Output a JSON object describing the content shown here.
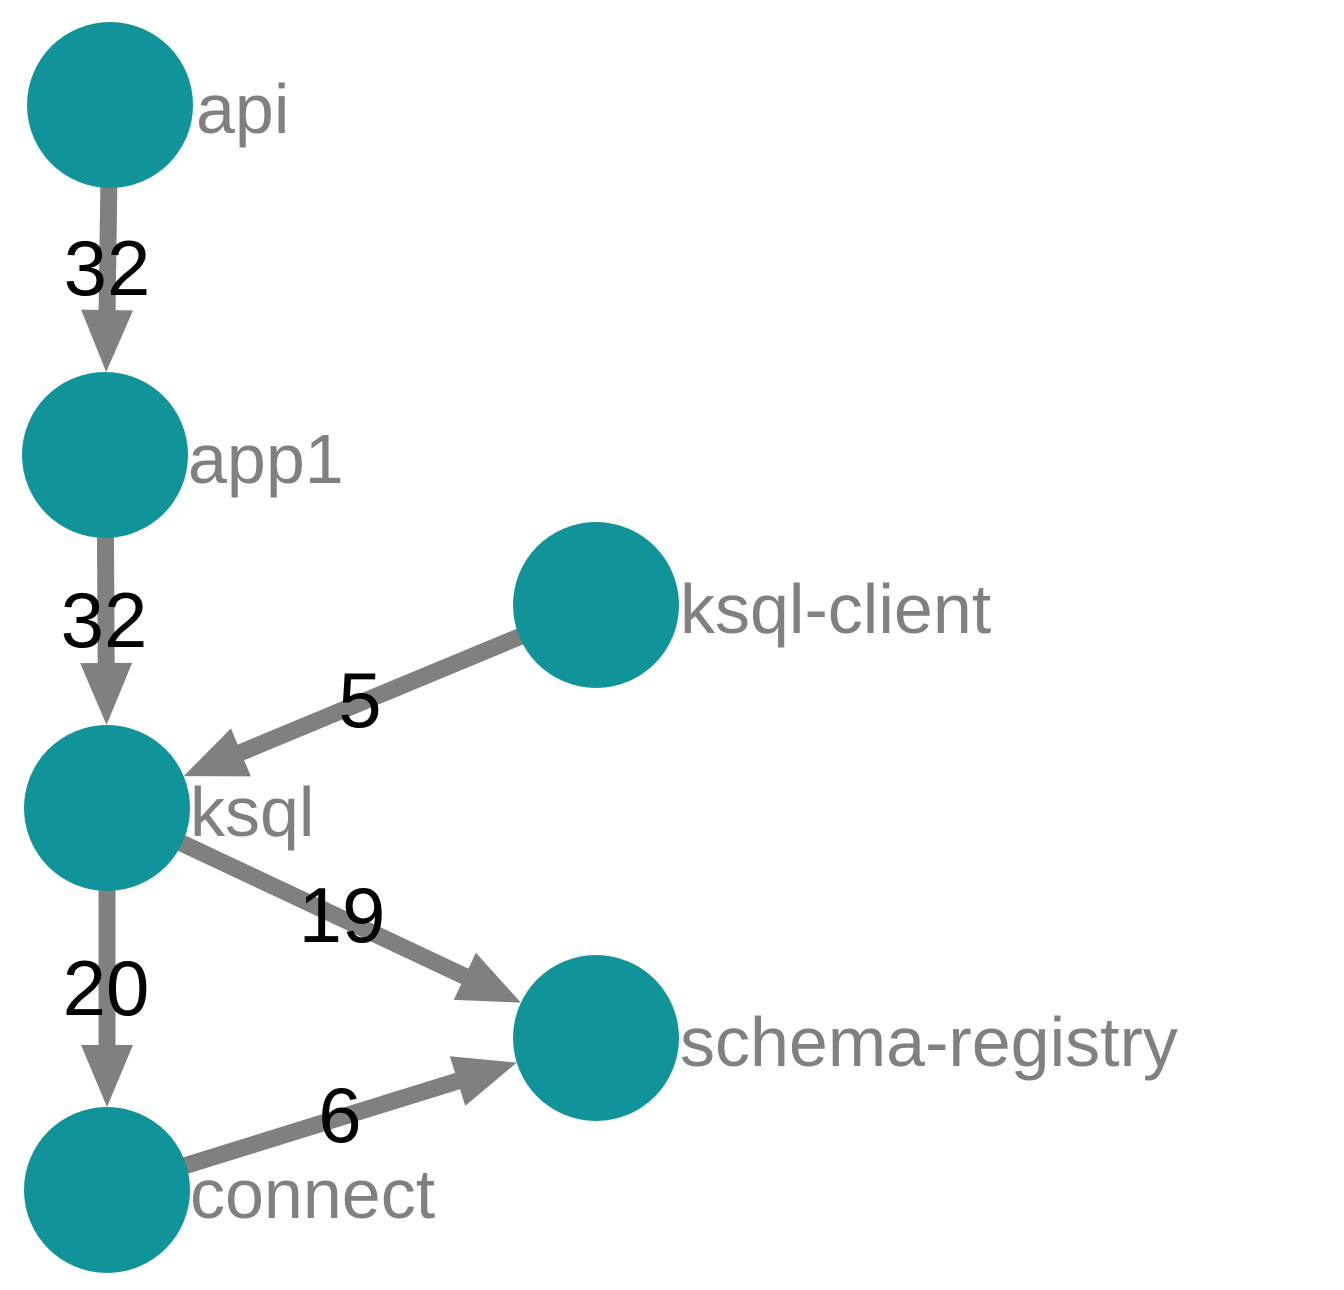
{
  "colors": {
    "node": "#11939a",
    "edge": "#808080",
    "node_label": "#808080",
    "edge_label": "#000000",
    "background": "#ffffff"
  },
  "graph": {
    "nodes": [
      {
        "id": "api",
        "label": "api"
      },
      {
        "id": "app1",
        "label": "app1"
      },
      {
        "id": "ksql-client",
        "label": "ksql-client"
      },
      {
        "id": "ksql",
        "label": "ksql"
      },
      {
        "id": "schema-registry",
        "label": "schema-registry"
      },
      {
        "id": "connect",
        "label": "connect"
      }
    ],
    "edges": [
      {
        "from": "api",
        "to": "app1",
        "label": "32"
      },
      {
        "from": "app1",
        "to": "ksql",
        "label": "32"
      },
      {
        "from": "ksql-client",
        "to": "ksql",
        "label": "5"
      },
      {
        "from": "ksql",
        "to": "schema-registry",
        "label": "19"
      },
      {
        "from": "ksql",
        "to": "connect",
        "label": "20"
      },
      {
        "from": "connect",
        "to": "schema-registry",
        "label": "6"
      }
    ]
  }
}
